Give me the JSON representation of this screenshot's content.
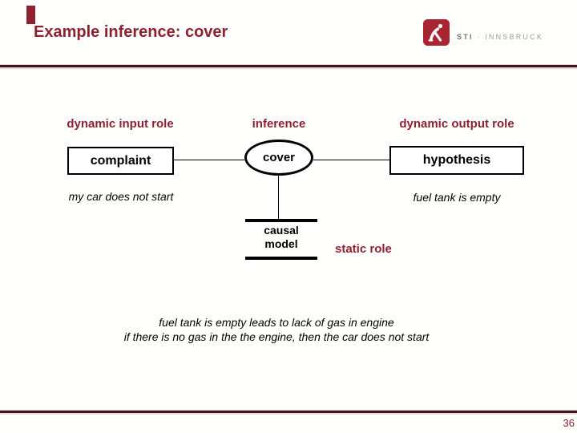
{
  "slide": {
    "title": "Example inference: cover",
    "page_number": "36"
  },
  "logo": {
    "brand": "STI",
    "separator": "·",
    "location": "INNSBRUCK"
  },
  "diagram": {
    "column_labels": {
      "input": "dynamic input role",
      "inference": "inference",
      "output": "dynamic output role"
    },
    "nodes": {
      "complaint": "complaint",
      "cover": "cover",
      "hypothesis": "hypothesis",
      "causal_model": {
        "line1": "causal",
        "line2": "model"
      }
    },
    "static_role_label": "static role",
    "examples": {
      "input": "my car does not start",
      "output": "fuel tank is empty"
    },
    "footnote": {
      "line1": "fuel tank is empty leads to lack of gas in engine",
      "line2": "if there is no gas in the the engine, then the car does not start"
    }
  },
  "colors": {
    "accent_red": "#8c2130",
    "logo_red": "#a82531",
    "rule_dark": "#3f161e",
    "rule_light": "#eed7d9",
    "logo_gray": "#9a9a9a"
  }
}
